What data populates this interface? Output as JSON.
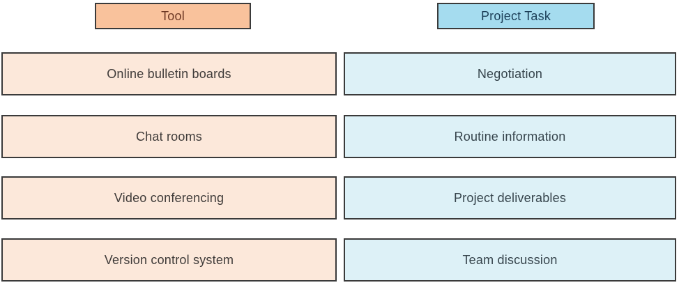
{
  "exercise": {
    "kind": "drag-and-drop matching",
    "columns": [
      {
        "id": "tool",
        "header": "Tool",
        "items": [
          "Online bulletin boards",
          "Chat rooms",
          "Video conferencing",
          "Version control system"
        ]
      },
      {
        "id": "task",
        "header": "Project Task",
        "items": [
          "Negotiation",
          "Routine information",
          "Project deliverables",
          "Team discussion"
        ]
      }
    ]
  },
  "colors": {
    "tool_header_fill": "#f9c29c",
    "tool_header_text": "#6e3a26",
    "tool_item_fill": "#fce8da",
    "tool_item_text": "#3f3b39",
    "task_header_fill": "#a5dcef",
    "task_header_text": "#1c3f58",
    "task_item_fill": "#ddf1f7",
    "task_item_text": "#36444c",
    "box_border": "#3a3a3a",
    "background": "#ffffff"
  }
}
